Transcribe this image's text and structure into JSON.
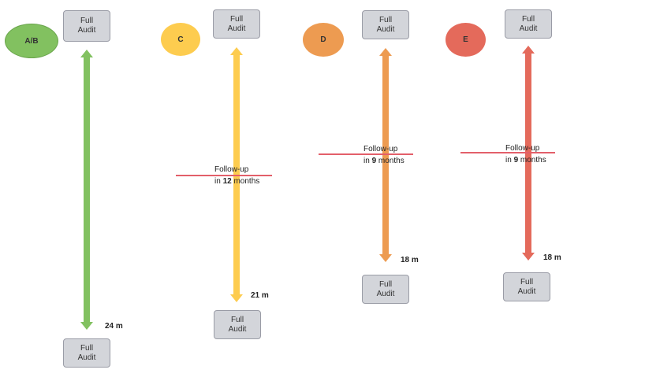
{
  "colors": {
    "green": "#82c160",
    "green_border": "#6aa54c",
    "yellow": "#fdcc4f",
    "orange": "#ed9b51",
    "red": "#e46a5b",
    "follow_up_line": "#e35f6a",
    "box_fill": "#d3d5da"
  },
  "columns": [
    {
      "category": "A/B",
      "top_box": {
        "line1": "Full",
        "line2": "Audit"
      },
      "bottom_box": {
        "line1": "Full",
        "line2": "Audit"
      },
      "interval": "24 m"
    },
    {
      "category": "C",
      "top_box": {
        "line1": "Full",
        "line2": "Audit"
      },
      "bottom_box": {
        "line1": "Full",
        "line2": "Audit"
      },
      "interval": "21 m",
      "follow_up": {
        "line1": "Follow-up",
        "line2_prefix": "in ",
        "number": "12",
        "line2_suffix": " months"
      }
    },
    {
      "category": "D",
      "top_box": {
        "line1": "Full",
        "line2": "Audit"
      },
      "bottom_box": {
        "line1": "Full",
        "line2": "Audit"
      },
      "interval": "18 m",
      "follow_up": {
        "line1": "Follow-up",
        "line2_prefix": "in ",
        "number": "9",
        "line2_suffix": " months"
      }
    },
    {
      "category": "E",
      "top_box": {
        "line1": "Full",
        "line2": "Audit"
      },
      "bottom_box": {
        "line1": "Full",
        "line2": "Audit"
      },
      "interval": "18 m",
      "follow_up": {
        "line1": "Follow-up",
        "line2_prefix": "in ",
        "number": "9",
        "line2_suffix": " months"
      }
    }
  ]
}
